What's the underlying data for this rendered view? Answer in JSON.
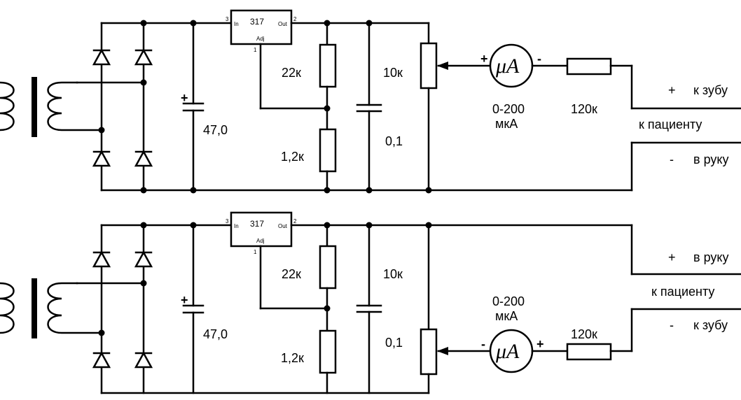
{
  "circuits": [
    {
      "regulator": {
        "name": "317",
        "in": "In",
        "out": "Out",
        "adj": "Adj",
        "pin_in": "3",
        "pin_out": "2",
        "pin_adj": "1"
      },
      "cap_main": "47,0",
      "r_top": "22к",
      "r_bottom": "1,2к",
      "pot": "10к",
      "cap_small": "0,1",
      "meter": {
        "symbol": "μA",
        "range": "0-200",
        "unit": "мкА",
        "pol_left": "+",
        "pol_right": "-"
      },
      "r_series": "120к",
      "out_top_sign": "+",
      "out_top_label": "к зубу",
      "out_mid_label": "к пациенту",
      "out_bot_sign": "-",
      "out_bot_label": "в руку"
    },
    {
      "regulator": {
        "name": "317",
        "in": "In",
        "out": "Out",
        "adj": "Adj",
        "pin_in": "3",
        "pin_out": "2",
        "pin_adj": "1"
      },
      "cap_main": "47,0",
      "r_top": "22к",
      "r_bottom": "1,2к",
      "pot": "10к",
      "cap_small": "0,1",
      "meter": {
        "symbol": "μA",
        "range": "0-200",
        "unit": "мкА",
        "pol_left": "-",
        "pol_right": "+"
      },
      "r_series": "120к",
      "out_top_sign": "+",
      "out_top_label": "в руку",
      "out_mid_label": "к пациенту",
      "out_bot_sign": "-",
      "out_bot_label": "к зубу"
    }
  ]
}
